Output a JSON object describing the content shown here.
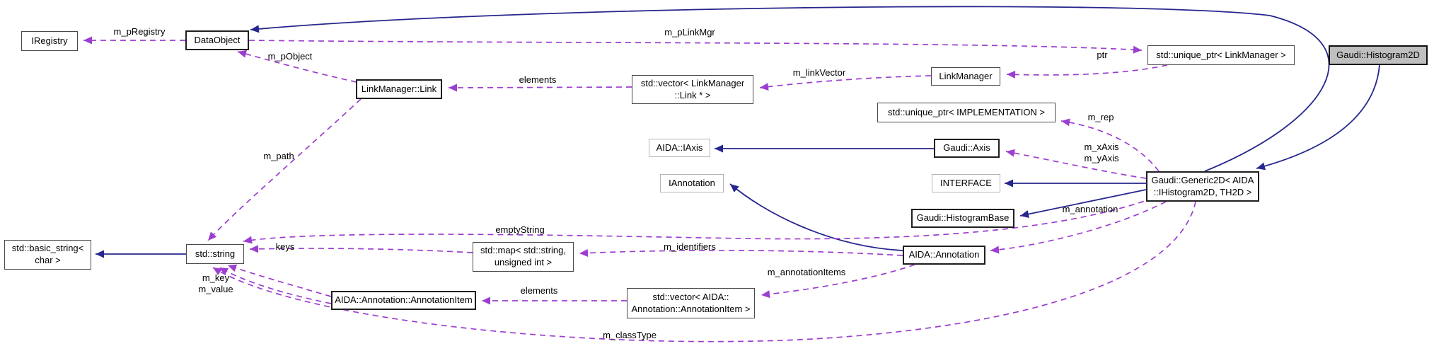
{
  "diagram": {
    "type": "doxygen-collaboration-graph",
    "main_class": "Gaudi::Histogram2D"
  },
  "nodes": {
    "iregistry": "IRegistry",
    "dataobject": "DataObject",
    "linkmanager_link": "LinkManager::Link",
    "vector_link": "std::vector< LinkManager\n::Link * >",
    "linkmanager": "LinkManager",
    "unique_ptr_linkmanager": "std::unique_ptr< LinkManager >",
    "histogram2d": "Gaudi::Histogram2D",
    "unique_ptr_implementation": "std::unique_ptr< IMPLEMENTATION >",
    "aida_iaxis": "AIDA::IAxis",
    "gaudi_axis": "Gaudi::Axis",
    "iannotation": "IAnnotation",
    "interface": "INTERFACE",
    "histogrambase": "Gaudi::HistogramBase",
    "generic2d": "Gaudi::Generic2D< AIDA\n::IHistogram2D, TH2D >",
    "basic_string": "std::basic_string<\nchar >",
    "stdstring": "std::string",
    "stdmap": "std::map< std::string,\nunsigned int >",
    "annotation": "AIDA::Annotation",
    "annotationitem": "AIDA::Annotation::AnnotationItem",
    "vector_annotationitem": "std::vector< AIDA::\nAnnotation::AnnotationItem >"
  },
  "edge_labels": {
    "m_pRegistry": "m_pRegistry",
    "m_pLinkMgr": "m_pLinkMgr",
    "m_pObject": "m_pObject",
    "elements_links": "elements",
    "m_linkVector": "m_linkVector",
    "ptr": "ptr",
    "m_rep": "m_rep",
    "m_axes": "m_xAxis\nm_yAxis",
    "m_annotation": "m_annotation",
    "emptyString": "emptyString",
    "keys": "keys",
    "m_identifiers": "m_identifiers",
    "m_key_value": "m_key\nm_value",
    "m_annotationItems": "m_annotationItems",
    "elements_items": "elements",
    "m_classType": "m_classType",
    "m_path": "m_path"
  },
  "colors": {
    "inheritance_edge": "#26268D",
    "usage_edge": "#9C3ECF",
    "main_node_fill": "#BFBFBF",
    "node_border": "#1F1F1F",
    "external_node_border": "#B5B5B5",
    "background": "#FFFFFF"
  }
}
